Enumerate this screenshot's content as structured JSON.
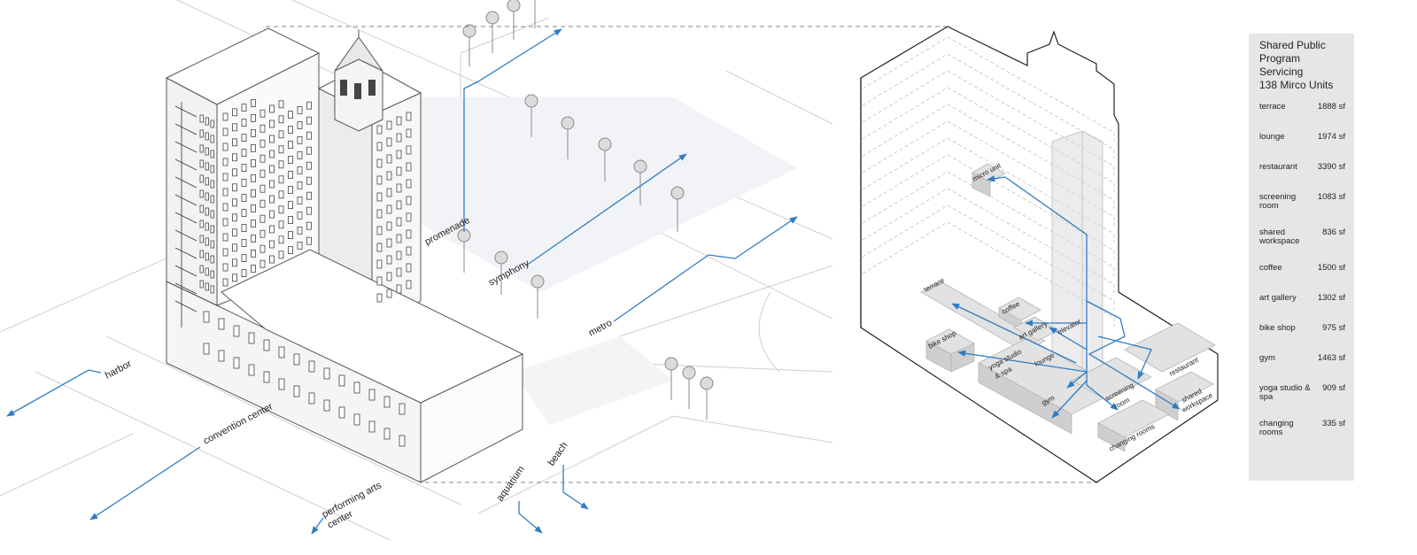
{
  "legend": {
    "title_lines": [
      "Shared Public",
      "Program Servicing",
      "138 Mirco Units"
    ],
    "rows": [
      {
        "name": "terrace",
        "area": "1888 sf"
      },
      {
        "name": "lounge",
        "area": "1974 sf"
      },
      {
        "name": "restaurant",
        "area": "3390 sf"
      },
      {
        "name": "screening room",
        "area": "1083 sf"
      },
      {
        "name": "shared workspace",
        "area": "836 sf"
      },
      {
        "name": "coffee",
        "area": "1500 sf"
      },
      {
        "name": "art gallery",
        "area": "1302 sf"
      },
      {
        "name": "bike shop",
        "area": "975 sf"
      },
      {
        "name": "gym",
        "area": "1463 sf"
      },
      {
        "name": "yoga studio & spa",
        "area": "909 sf"
      },
      {
        "name": "changing rooms",
        "area": "335 sf"
      }
    ]
  },
  "site_labels": {
    "promenade": "promenade",
    "symphony": "symphony",
    "metro": "metro",
    "harbor": "harbor",
    "convention_center": "convention center",
    "performing_arts": "performing arts",
    "performing_arts_2": "center",
    "aquarium": "aquarium",
    "beach": "beach"
  },
  "section_labels": {
    "micro_unit": "micro unit",
    "terrace": "terrace",
    "coffee": "coffee",
    "art_gallery": "art gallery",
    "elevator": "elevator",
    "bike_shop": "bike shop",
    "yoga_1": "yoga studio",
    "yoga_2": "& spa",
    "lounge": "lounge",
    "gym": "gym",
    "screening_1": "screening",
    "screening_2": "room",
    "restaurant": "restaurant",
    "shared_1": "shared",
    "shared_2": "workspace",
    "changing_rooms": "changing rooms"
  },
  "colors": {
    "flow_arrow": "#2f7dc4",
    "legend_bg": "#e6e6e6"
  }
}
